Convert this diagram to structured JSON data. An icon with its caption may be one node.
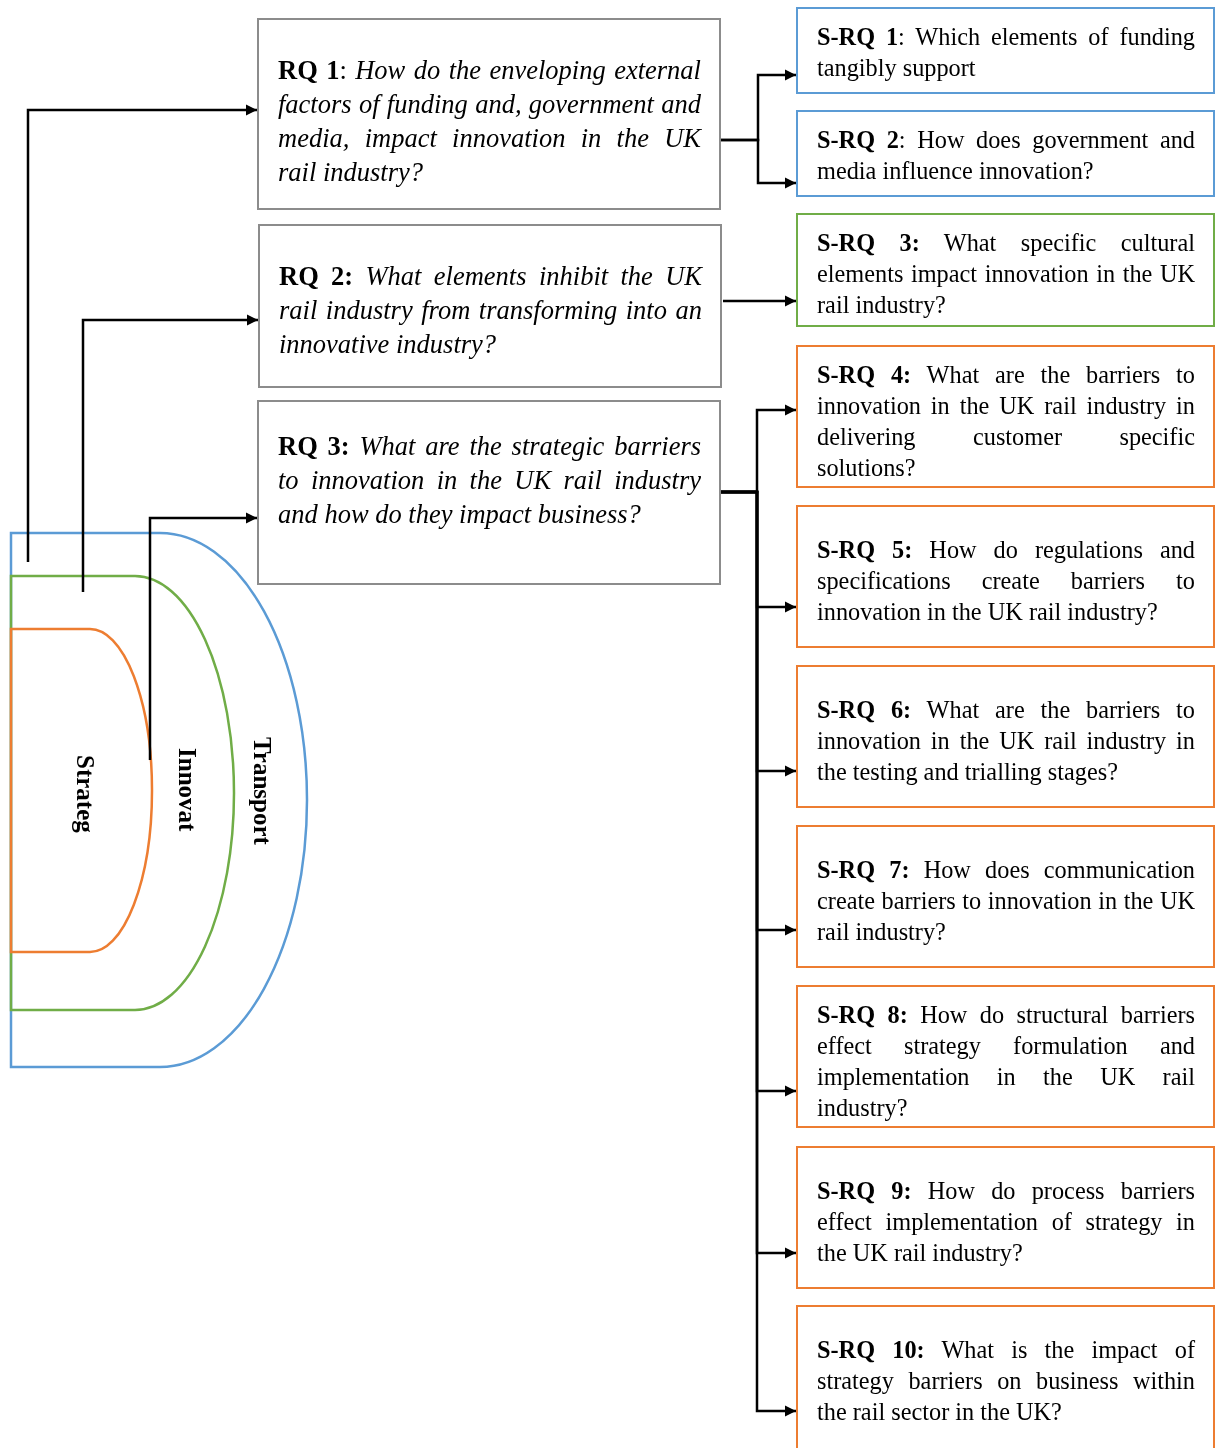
{
  "diagram": {
    "nodes": [
      {
        "text": [
          "Transport"
        ]
      },
      {
        "text": [
          "Innovat"
        ],
        "in": 0
      },
      {
        "text": [
          "Strateg"
        ],
        "in": 1
      },
      {
        "text": [
          "**RQ 1**: *How do the enveloping external factors of funding and, government and media, impact innovation in the UK rail industry?*"
        ]
      },
      {
        "text": [
          "**RQ 2:** *What elements inhibit the UK rail industry from transforming into an innovative industry?*"
        ]
      },
      {
        "text": [
          "**RQ 3:** *What are the strategic barriers to innovation in the UK rail industry and how do they impact business?*"
        ]
      },
      {
        "text": [
          "**S-RQ 1**: Which elements of funding tangibly support"
        ]
      },
      {
        "text": [
          "**S-RQ 2**: How does government and media influence innovation?"
        ]
      },
      {
        "text": [
          "**S-RQ 3:** What specific cultural elements impact innovation in the UK rail industry?"
        ]
      },
      {
        "text": [
          "**S-RQ 4:** What are the barriers to innovation in the UK rail industry in delivering customer specific solutions?"
        ]
      },
      {
        "text": [
          "**S-RQ 5:** How do regulations and specifications create barriers to innovation in the UK rail industry?"
        ]
      },
      {
        "text": [
          "**S-RQ 6:** What are the barriers to innovation in the UK rail industry in the testing and trialling stages?"
        ]
      },
      {
        "text": [
          "**S-RQ 7:** How does communication create barriers to innovation in the UK rail industry?"
        ]
      },
      {
        "text": [
          "**S-RQ 8:** How do structural barriers effect strategy formulation and implementation in the UK rail industry?"
        ]
      },
      {
        "text": [
          "**S-RQ 9:** How do process barriers effect implementation of strategy in the UK rail industry?"
        ]
      },
      {
        "text": [
          "**S-RQ 10:** What is the impact of strategy barriers on business within the rail sector in the UK?"
        ]
      }
    ],
    "edges": [
      {
        "from": 0,
        "to": 3,
        "arrow": "to"
      },
      {
        "from": 1,
        "to": 4,
        "arrow": "to"
      },
      {
        "from": 2,
        "to": 5,
        "arrow": "to"
      },
      {
        "from": 3,
        "to": 6,
        "arrow": "to"
      },
      {
        "from": 3,
        "to": 7,
        "arrow": "to"
      },
      {
        "from": 4,
        "to": 8,
        "arrow": "to"
      },
      {
        "from": 5,
        "to": 9,
        "arrow": "to"
      },
      {
        "from": 5,
        "to": 10,
        "arrow": "to"
      },
      {
        "from": 5,
        "to": 11,
        "arrow": "to"
      },
      {
        "from": 5,
        "to": 12,
        "arrow": "to"
      },
      {
        "from": 5,
        "to": 13,
        "arrow": "to"
      },
      {
        "from": 5,
        "to": 14,
        "arrow": "to"
      },
      {
        "from": 5,
        "to": 15,
        "arrow": "to"
      }
    ]
  }
}
